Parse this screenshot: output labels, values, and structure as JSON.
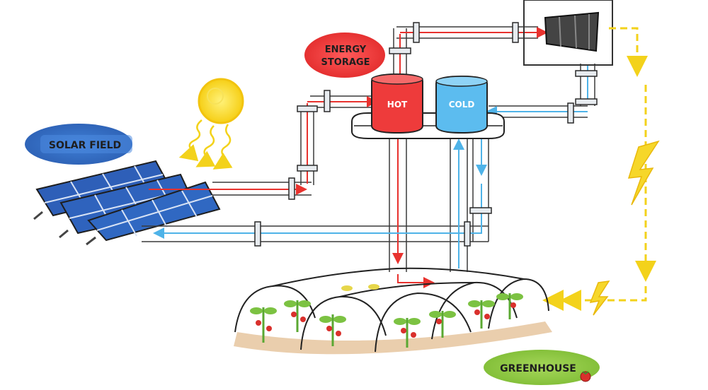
{
  "labels": {
    "solar_field": "SOLAR FIELD",
    "energy_storage_line1": "ENERGY",
    "energy_storage_line2": "STORAGE",
    "hot_tank": "HOT",
    "cold_tank": "COLD",
    "greenhouse": "GREENHOUSE"
  },
  "colors": {
    "hot": "#e8322e",
    "cold": "#4fb3e8",
    "electric": "#f3d21b",
    "solar_badge": "#2f6fc4",
    "storage_badge": "#ee3b3b",
    "greenhouse_badge": "#8ec63f",
    "panel": "#2e5fb8",
    "pipe": "#dfe6ee",
    "tomato": "#d9302c",
    "leaf": "#7cc242"
  },
  "icons": [
    "sun-icon",
    "sun-rays-icon",
    "lightning-bolt-icon",
    "tomato-icon",
    "turbine-icon"
  ]
}
